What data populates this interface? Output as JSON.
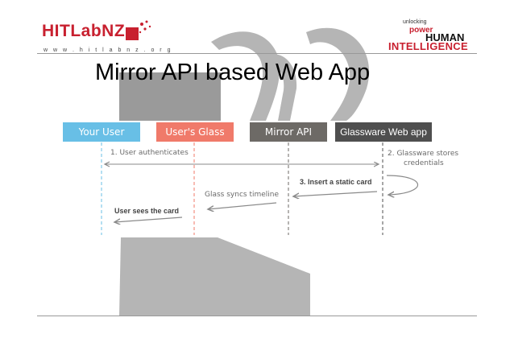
{
  "slide": {
    "title": "Mirror API based Web App"
  },
  "logos": {
    "left_main": "HITLabNZ",
    "left_url": "w w w . h i t l a b n z . o r g",
    "right_unlocking": "unlocking",
    "right_power": "power",
    "right_human": "HUMAN",
    "right_intelligence": "INTELLIGENCE"
  },
  "diagram": {
    "lanes": [
      {
        "label": "Your User",
        "color": "#68bfe6"
      },
      {
        "label": "User's Glass",
        "color": "#f07a6a"
      },
      {
        "label": "Mirror API",
        "color": "#6d6a66"
      },
      {
        "label": "Glassware Web app",
        "color": "#4f4f4f"
      }
    ],
    "steps": [
      {
        "label": "1. User authenticates"
      },
      {
        "label": "2. Glassware stores credentials",
        "line1": "2. Glassware stores",
        "line2": "credentials"
      },
      {
        "label": "3. Insert a static card"
      },
      {
        "label": "Glass syncs timeline"
      },
      {
        "label": "User sees the card"
      }
    ]
  },
  "colors": {
    "brand_red": "#c8202f",
    "divider": "#999999",
    "dash_blue": "#68bfe6",
    "dash_red": "#f07a6a",
    "dash_gray": "#6d6a66"
  }
}
